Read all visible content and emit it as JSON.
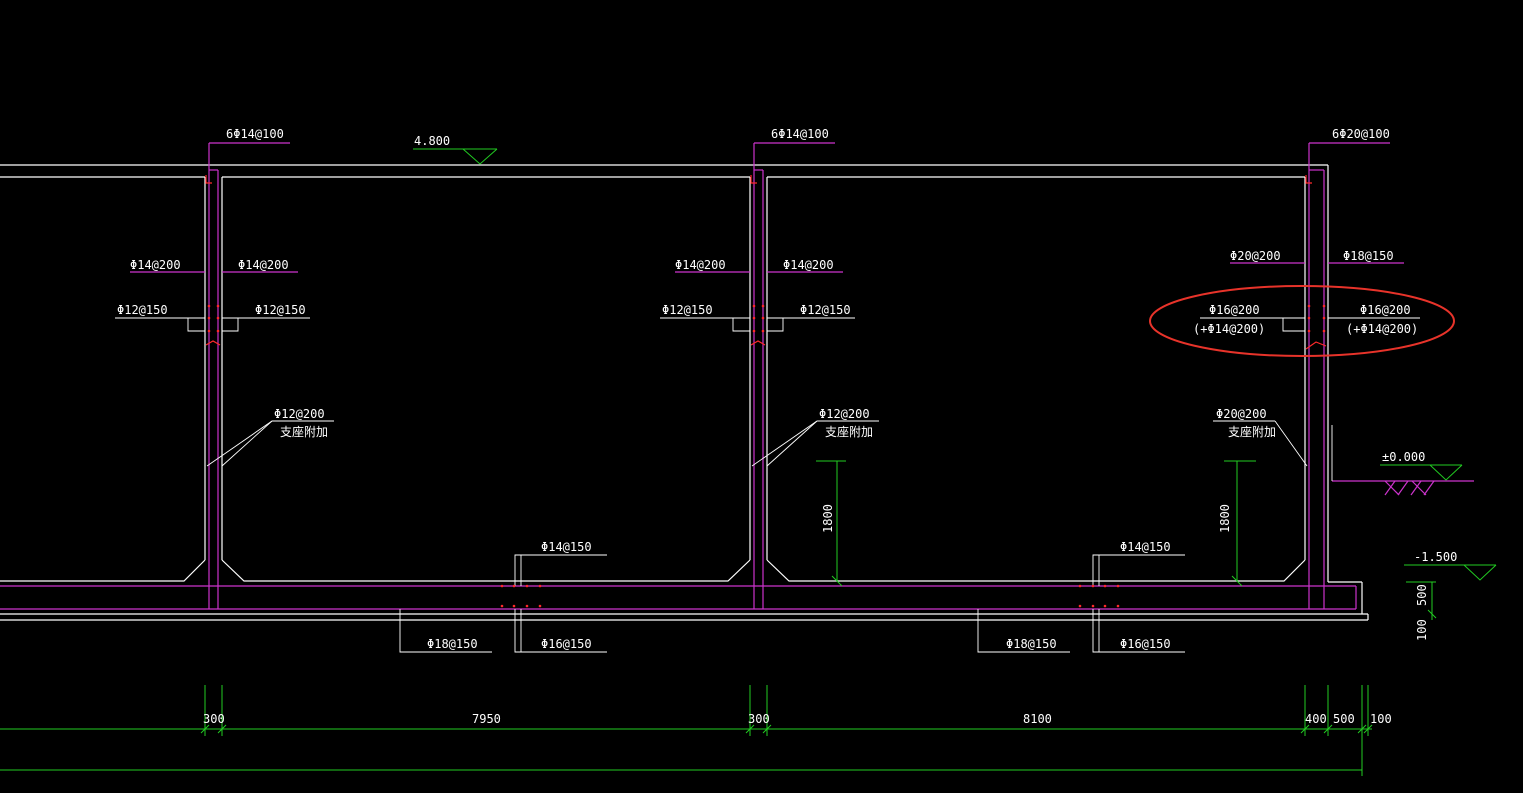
{
  "colors": {
    "background": "#000000",
    "wall_outline": "#ffffff",
    "rebar_lines": "#cc33cc",
    "dimension_lines": "#22cc22",
    "highlight": "#ff2a2a"
  },
  "elevations": {
    "top": "4.800",
    "ground": "±0.000",
    "bottom": "-1.500"
  },
  "columns": [
    {
      "top_bars": "6Φ14@100",
      "upper_left": "Φ14@200",
      "upper_right": "Φ14@200",
      "mid_left": "Φ12@150",
      "mid_right": "Φ12@150",
      "haunch_bar": "Φ12@200",
      "haunch_note": "支座附加"
    },
    {
      "top_bars": "6Φ14@100",
      "upper_left": "Φ14@200",
      "upper_right": "Φ14@200",
      "mid_left": "Φ12@150",
      "mid_right": "Φ12@150",
      "haunch_bar": "Φ12@200",
      "haunch_note": "支座附加"
    },
    {
      "top_bars": "6Φ20@100",
      "upper_left": "Φ20@200",
      "upper_right": "Φ18@150",
      "mid_left": "Φ16@200",
      "mid_left_extra": "(+Φ14@200)",
      "mid_right": "Φ16@200",
      "mid_right_extra": "(+Φ14@200)",
      "haunch_bar": "Φ20@200",
      "haunch_note": "支座附加"
    }
  ],
  "slab": {
    "bay1": {
      "top": "Φ14@150",
      "bottom_left": "Φ18@150",
      "bottom_right": "Φ16@150"
    },
    "bay2": {
      "top": "Φ14@150",
      "bottom_left": "Φ18@150",
      "bottom_right": "Φ16@150"
    }
  },
  "vertical_dims": {
    "bay1_height": "1800",
    "bay2_height": "1800",
    "slab_thickness": "500",
    "blinding": "100"
  },
  "horizontal_dims": [
    "300",
    "7950",
    "300",
    "8100",
    "400",
    "500",
    "100"
  ]
}
